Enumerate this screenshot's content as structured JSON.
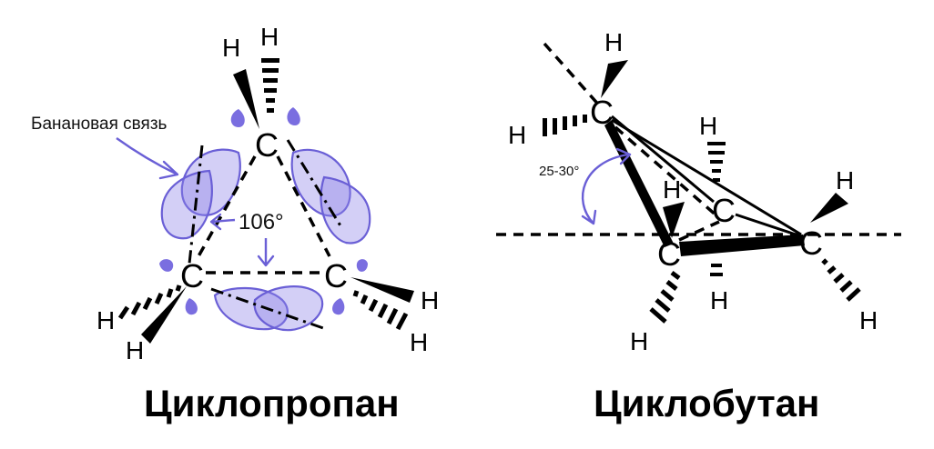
{
  "left": {
    "caption": "Циклопропан",
    "annotation": "Банановая связь",
    "angle_label": "106°",
    "atoms": {
      "c_top": "C",
      "c_left": "C",
      "c_right": "C"
    },
    "hydrogens": {
      "h1": "H",
      "h2": "H",
      "h3": "H",
      "h4": "H",
      "h5": "H",
      "h6": "H"
    }
  },
  "right": {
    "caption": "Циклобутан",
    "angle_label": "25-30°",
    "atoms": {
      "c1": "C",
      "c2": "C",
      "c3": "C",
      "c4": "C"
    },
    "hydrogens": {
      "h1": "H",
      "h2": "H",
      "h3": "H",
      "h4": "H",
      "h5": "H",
      "h6": "H",
      "h7": "H",
      "h8": "H"
    }
  },
  "colors": {
    "orbital_fill": "#8c80e8",
    "orbital_stroke": "#6a5fd6",
    "bond": "#000000"
  }
}
